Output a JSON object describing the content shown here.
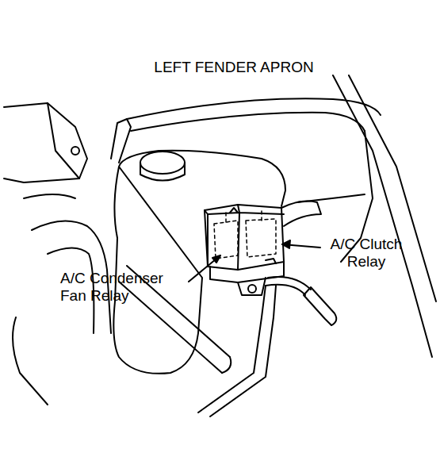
{
  "diagram": {
    "title": "LEFT FENDER APRON",
    "labels": [
      "A/C Clutch Relay",
      "A/C Condenser Fan Relay"
    ]
  }
}
